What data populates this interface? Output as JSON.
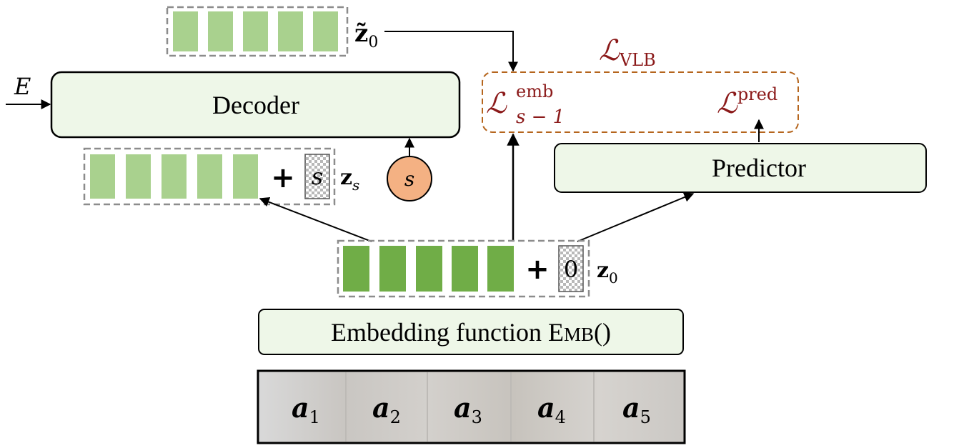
{
  "colors": {
    "latent_light": "#a9d18e",
    "latent_dark": "#70ad47",
    "box_fill": "#eef7e8",
    "loss_red": "#8b1a1a",
    "loss_border": "#b5651d",
    "step_circle": "#f4b183",
    "dash_gray": "#8c8c8c"
  },
  "latent_tilde": {
    "symbol": "z̃",
    "subscript": "0"
  },
  "latent_s": {
    "plus": "+",
    "token": "s",
    "symbol": "z",
    "subscript": "s"
  },
  "latent_0": {
    "plus": "+",
    "token": "0",
    "symbol": "z",
    "subscript": "0"
  },
  "decoder": {
    "label": "Decoder",
    "input_label": "E"
  },
  "step_node": {
    "label": "s"
  },
  "predictor": {
    "label": "Predictor"
  },
  "loss": {
    "vlb_symbol": "ℒ",
    "vlb_subscript": "VLB",
    "emb_symbol": "ℒ",
    "emb_superscript": "emb",
    "emb_subscript": "s − 1",
    "pred_symbol": "ℒ",
    "pred_superscript": "pred"
  },
  "embedding": {
    "label_prefix": "Embedding function E",
    "label_smallcaps": "MB",
    "label_suffix": "()"
  },
  "actions": [
    {
      "symbol": "a",
      "subscript": "1"
    },
    {
      "symbol": "a",
      "subscript": "2"
    },
    {
      "symbol": "a",
      "subscript": "3"
    },
    {
      "symbol": "a",
      "subscript": "4"
    },
    {
      "symbol": "a",
      "subscript": "5"
    }
  ]
}
